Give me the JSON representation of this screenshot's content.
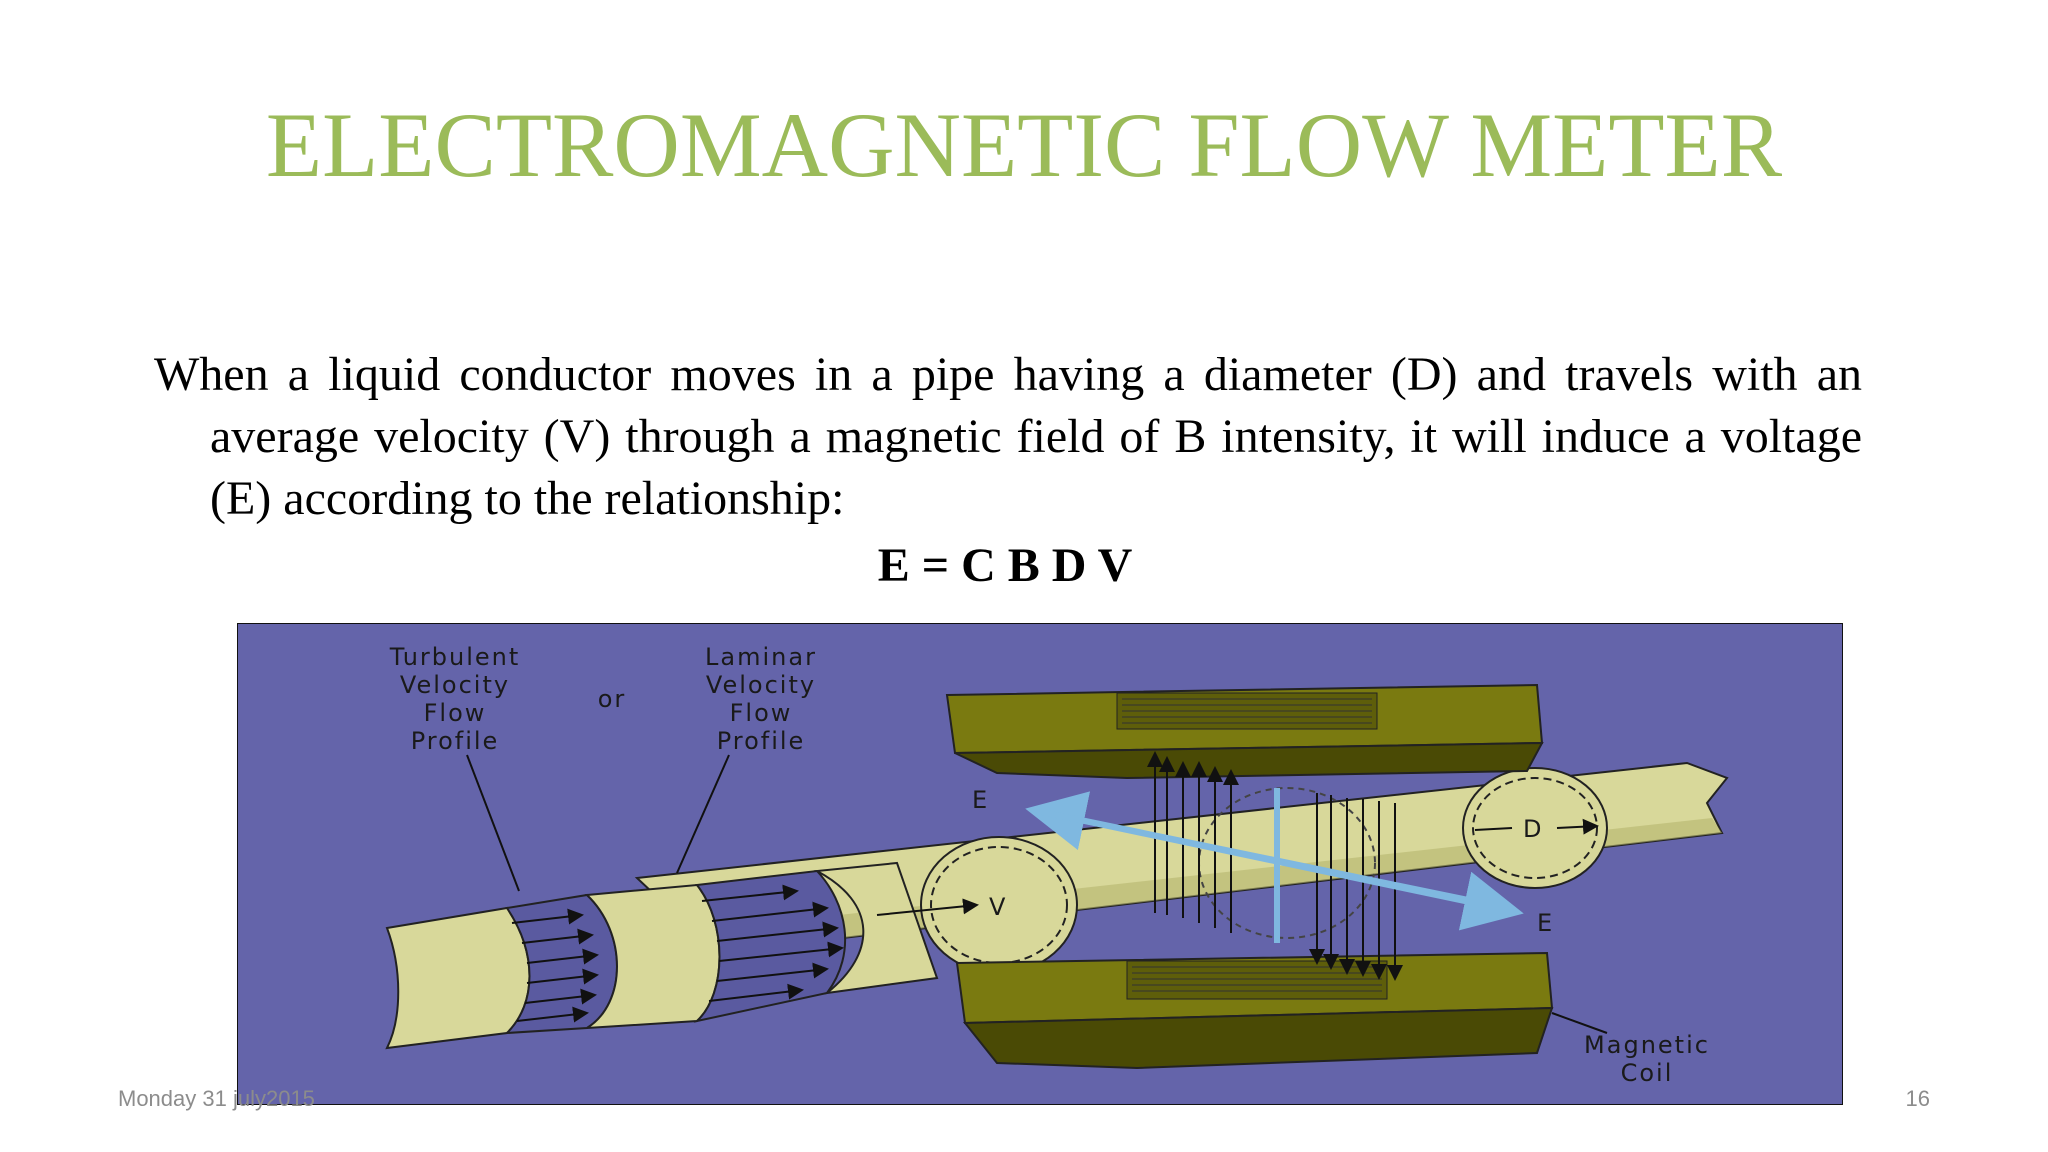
{
  "slide": {
    "title": "ELECTROMAGNETIC FLOW METER",
    "paragraph": "When a liquid conductor moves in a pipe having a diameter (D) and travels with an average velocity (V) through a magnetic field of B intensity, it will induce a voltage (E) according to the relationship:",
    "equation": "E = C B D V",
    "footer_date": "Monday  31 july2015",
    "page_number": "16"
  },
  "diagram": {
    "turbulent_label": [
      "Turbulent",
      "Velocity",
      "Flow",
      "Profile"
    ],
    "or_label": "or",
    "laminar_label": [
      "Laminar",
      "Velocity",
      "Flow",
      "Profile"
    ],
    "e_label_left": "E",
    "e_label_right": "E",
    "v_label": "V",
    "d_label": "D",
    "coil_label": [
      "Magnetic",
      "Coil"
    ]
  },
  "colors": {
    "title": "#9bbb59",
    "diagram_background": "#6464aa",
    "pipe": "#d8d89a",
    "pipe_shadow": "#b5b56e",
    "coil": "#7a7a10",
    "coil_dark": "#4a4a05",
    "field_axis": "#7fb8e0"
  }
}
